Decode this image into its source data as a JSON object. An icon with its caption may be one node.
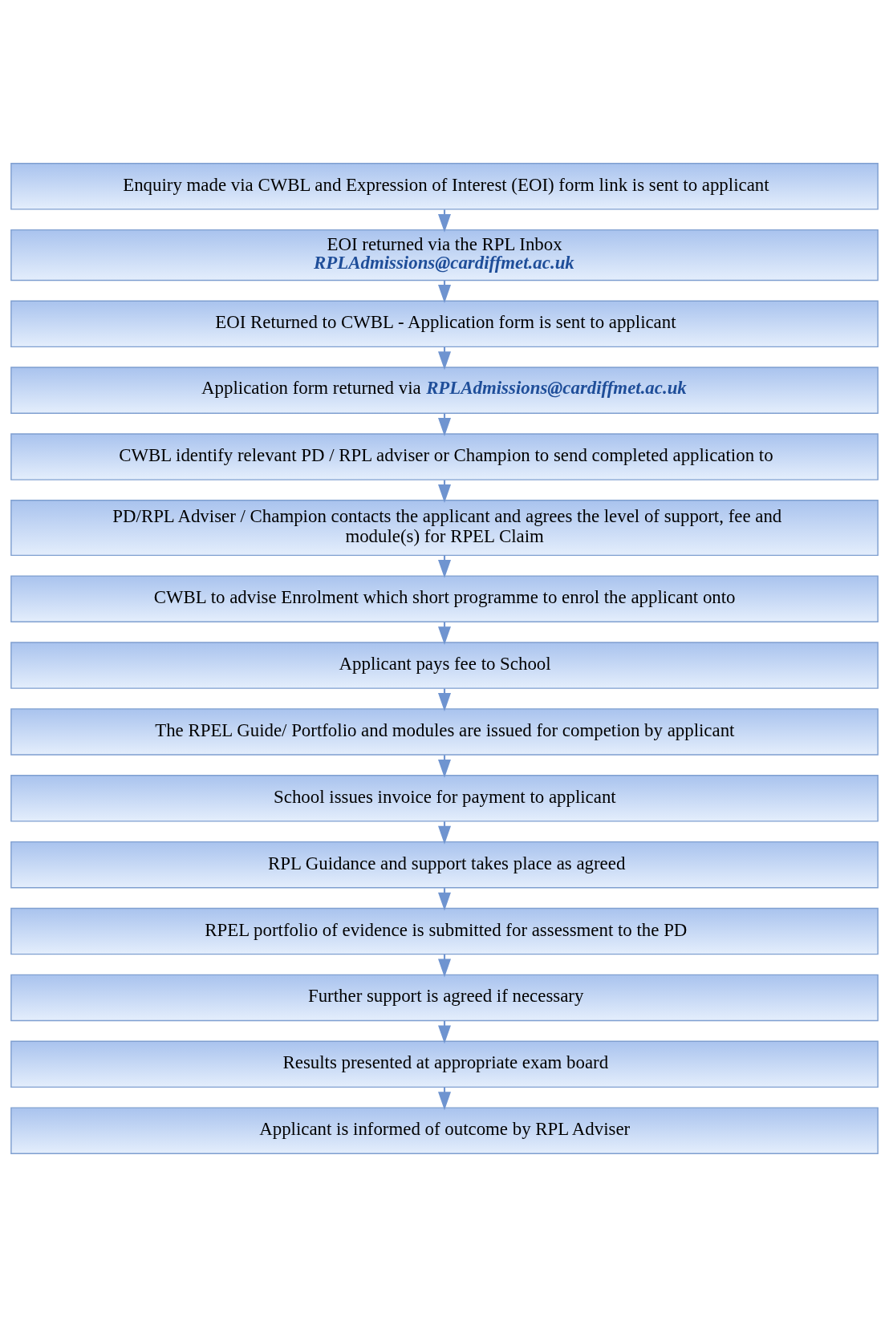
{
  "diagram": {
    "nodes": [
      {
        "text": [
          "Enquiry made via CWBL and Expression of Interest (EOI) form link is sent to applicant"
        ]
      },
      {
        "text": [
          "EOI returned via the RPL Inbox",
          "RPLAdmissions@cardiffmet.ac.uk"
        ]
      },
      {
        "text": [
          "EOI Returned to CWBL - Application form is sent to applicant"
        ]
      },
      {
        "text": [
          "Application form returned via **RPLAdmissions@cardiffmet.ac.uk**"
        ]
      },
      {
        "text": [
          "CWBL identify relevant PD / RPL adviser or Champion to send completed application to"
        ]
      },
      {
        "text": [
          "PD/RPL Adviser / Champion contacts the applicant and agrees the level of support, fee and module(s) for RPEL Claim"
        ]
      },
      {
        "text": [
          "CWBL to advise Enrolment which short programme to enrol the applicant onto"
        ]
      },
      {
        "text": [
          "Applicant pays fee to School"
        ]
      },
      {
        "text": [
          "The RPEL Guide/ Portfolio and modules are issued for competion by applicant"
        ]
      },
      {
        "text": [
          "School issues invoice for payment to applicant"
        ]
      },
      {
        "text": [
          "RPL Guidance and support takes place as agreed"
        ]
      },
      {
        "text": [
          "RPEL portfolio of evidence is submitted for assessment to the PD"
        ]
      },
      {
        "text": [
          "Further support is agreed if necessary"
        ]
      },
      {
        "text": [
          "Results presented at appropriate exam board"
        ]
      },
      {
        "text": [
          "Applicant is informed of outcome by RPL Adviser"
        ]
      }
    ],
    "edges": [
      {
        "from": 0,
        "to": 1,
        "arrow": "to"
      },
      {
        "from": 1,
        "to": 2,
        "arrow": "to"
      },
      {
        "from": 2,
        "to": 3,
        "arrow": "to"
      },
      {
        "from": 3,
        "to": 4,
        "arrow": "to"
      },
      {
        "from": 4,
        "to": 5,
        "arrow": "to"
      },
      {
        "from": 5,
        "to": 6,
        "arrow": "to"
      },
      {
        "from": 6,
        "to": 7,
        "arrow": "to"
      },
      {
        "from": 7,
        "to": 8,
        "arrow": "to"
      },
      {
        "from": 8,
        "to": 9,
        "arrow": "to"
      },
      {
        "from": 9,
        "to": 10,
        "arrow": "to"
      },
      {
        "from": 10,
        "to": 11,
        "arrow": "to"
      },
      {
        "from": 11,
        "to": 12,
        "arrow": "to"
      },
      {
        "from": 12,
        "to": 13,
        "arrow": "to"
      },
      {
        "from": 13,
        "to": 14,
        "arrow": "to"
      }
    ]
  }
}
